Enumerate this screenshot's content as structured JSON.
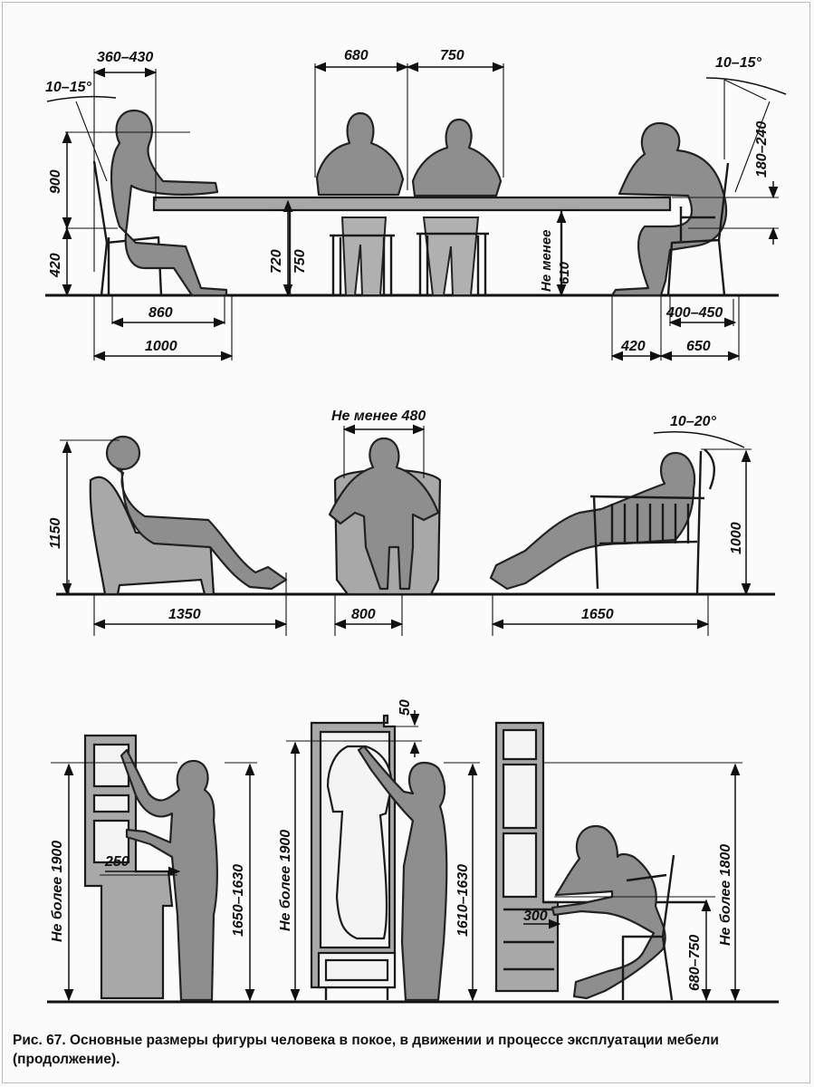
{
  "row1": {
    "left": {
      "angle": "10–15°",
      "depth": "360–430",
      "h_top": "900",
      "h_seat": "420",
      "w_inner": "860",
      "w_outer": "1000"
    },
    "center": {
      "w_left": "680",
      "w_right": "750",
      "h_table_a": "720",
      "h_table_b": "750",
      "legroom": "Не менее\n610"
    },
    "right": {
      "angle": "10–15°",
      "h_back": "180–240",
      "w_seat": "400–450",
      "w_front": "420",
      "w_back": "650"
    }
  },
  "row2": {
    "left": {
      "height": "1150",
      "width": "1350"
    },
    "center": {
      "top": "Не менее 480",
      "width": "800"
    },
    "right": {
      "angle": "10–20°",
      "height": "1000",
      "width": "1650"
    }
  },
  "row3": {
    "left": {
      "max_height": "Не более 1900",
      "reach": "1650–1630",
      "depth": "250"
    },
    "center": {
      "gap": "50",
      "max_height": "Не более 1900",
      "reach": "1610–1630"
    },
    "right": {
      "max_height": "Не более 1800",
      "depth": "300",
      "desk": "680–750"
    }
  },
  "caption": "Рис. 67. Основные размеры фигуры человека в покое, в движении и процессе эксплуатации мебели (продолжение)."
}
